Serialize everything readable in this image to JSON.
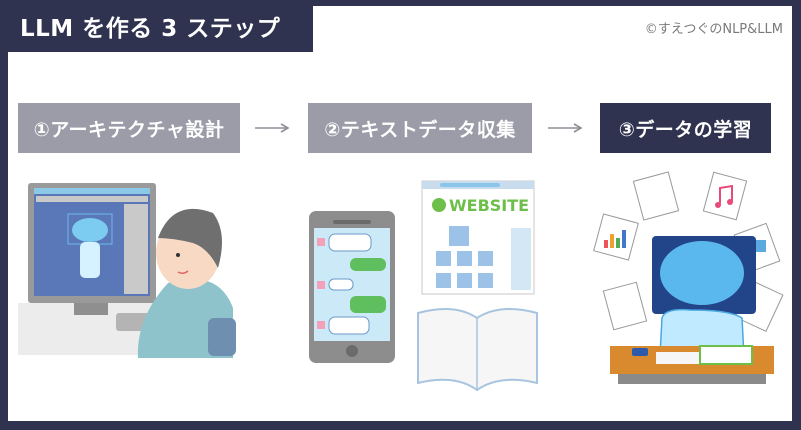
{
  "title": "LLM を作る 3 ステップ",
  "credit": "©すえつぐのNLP&LLM",
  "steps": [
    {
      "label": "①アーキテクチャ設計",
      "style": "inactive",
      "illustration": "person-designing-ai-at-computer"
    },
    {
      "label": "②テキストデータ収集",
      "style": "inactive",
      "illustration": "smartphone-chat-website-book"
    },
    {
      "label": "③データの学習",
      "style": "active",
      "illustration": "ai-brain-studying-at-desk"
    }
  ],
  "illustrations": {
    "website_text": "WEBSITE"
  },
  "colors": {
    "frame": "#2f3350",
    "step_inactive": "#9b9ca8",
    "step_active": "#2f3350",
    "arrow": "#8e8e96",
    "credit_text": "#7a7a7a"
  }
}
